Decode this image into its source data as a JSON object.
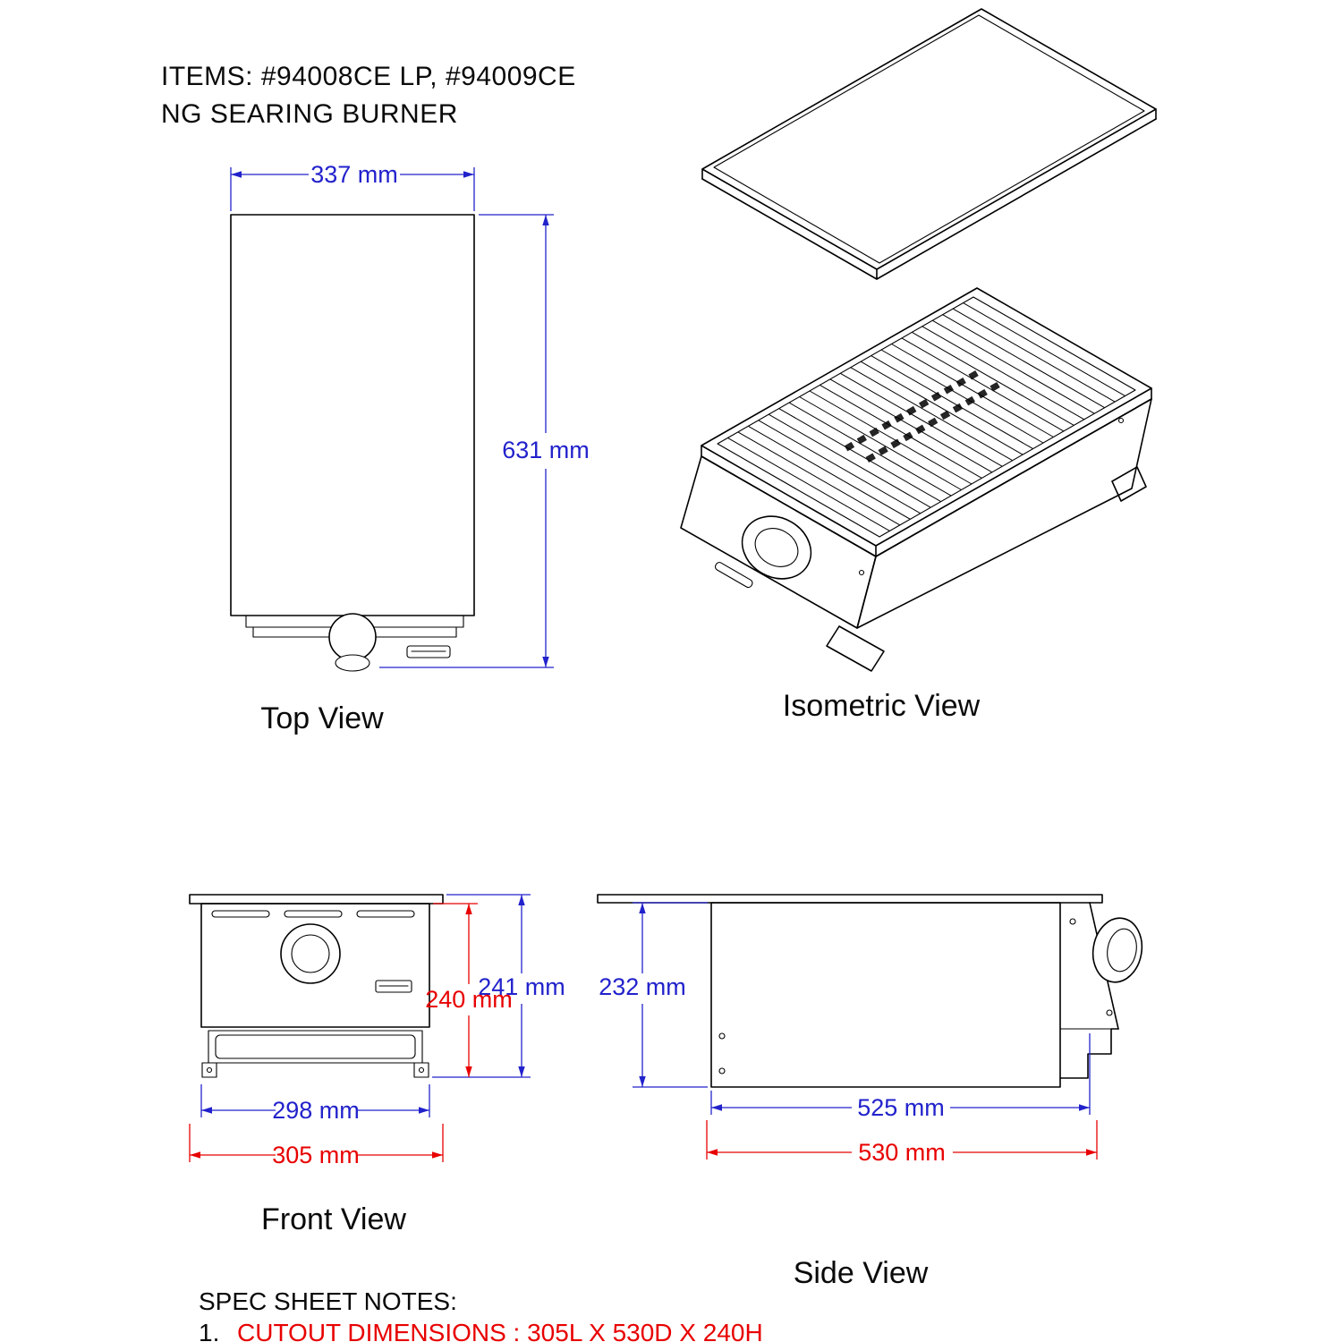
{
  "sheet": {
    "background": "#ffffff",
    "line_color": "#000000",
    "dim_blue": "#2222CC",
    "dim_red": "#E80000"
  },
  "header": {
    "title_line1": "ITEMS: #94008CE LP, #94009CE",
    "title_line2": "NG SEARING BURNER"
  },
  "top_view": {
    "label": "Top View",
    "width_dim": "337 mm",
    "height_dim": "631 mm"
  },
  "isometric_view": {
    "label": "Isometric View"
  },
  "front_view": {
    "label": "Front View",
    "overall_height_dim": "241 mm",
    "cutout_height_dim": "240 mm",
    "body_width_dim": "298 mm",
    "cutout_width_dim": "305 mm"
  },
  "side_view": {
    "label": "Side View",
    "height_dim": "232 mm",
    "body_depth_dim": "525 mm",
    "cutout_depth_dim": "530 mm"
  },
  "notes": {
    "heading": "SPEC SHEET NOTES:",
    "item1_number": "1.",
    "item1_text": "CUTOUT DIMENSIONS : 305L X 530D X 240H"
  }
}
